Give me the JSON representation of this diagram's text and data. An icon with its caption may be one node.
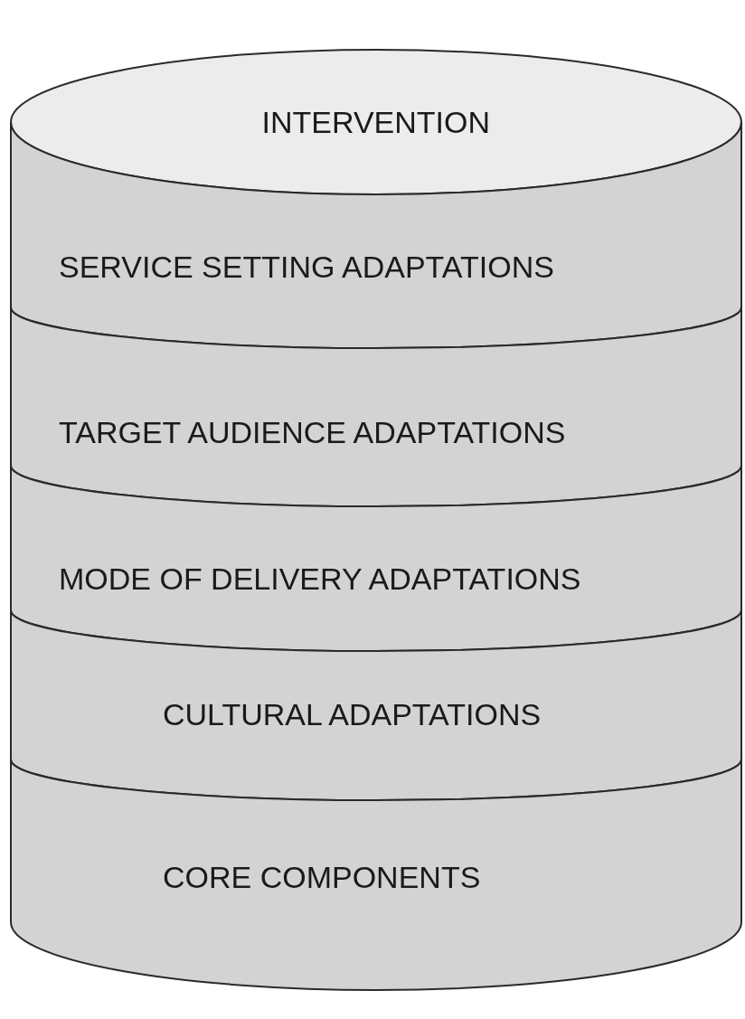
{
  "diagram": {
    "nodes": [
      {
        "text": [
          "INTERVENTION"
        ]
      },
      {
        "text": [
          "SERVICE SETTING ADAPTATIONS"
        ]
      },
      {
        "text": [
          "TARGET AUDIENCE ADAPTATIONS"
        ]
      },
      {
        "text": [
          "MODE OF DELIVERY ADAPTATIONS"
        ]
      },
      {
        "text": [
          "CULTURAL ADAPTATIONS"
        ]
      },
      {
        "text": [
          "CORE COMPONENTS"
        ]
      }
    ]
  }
}
